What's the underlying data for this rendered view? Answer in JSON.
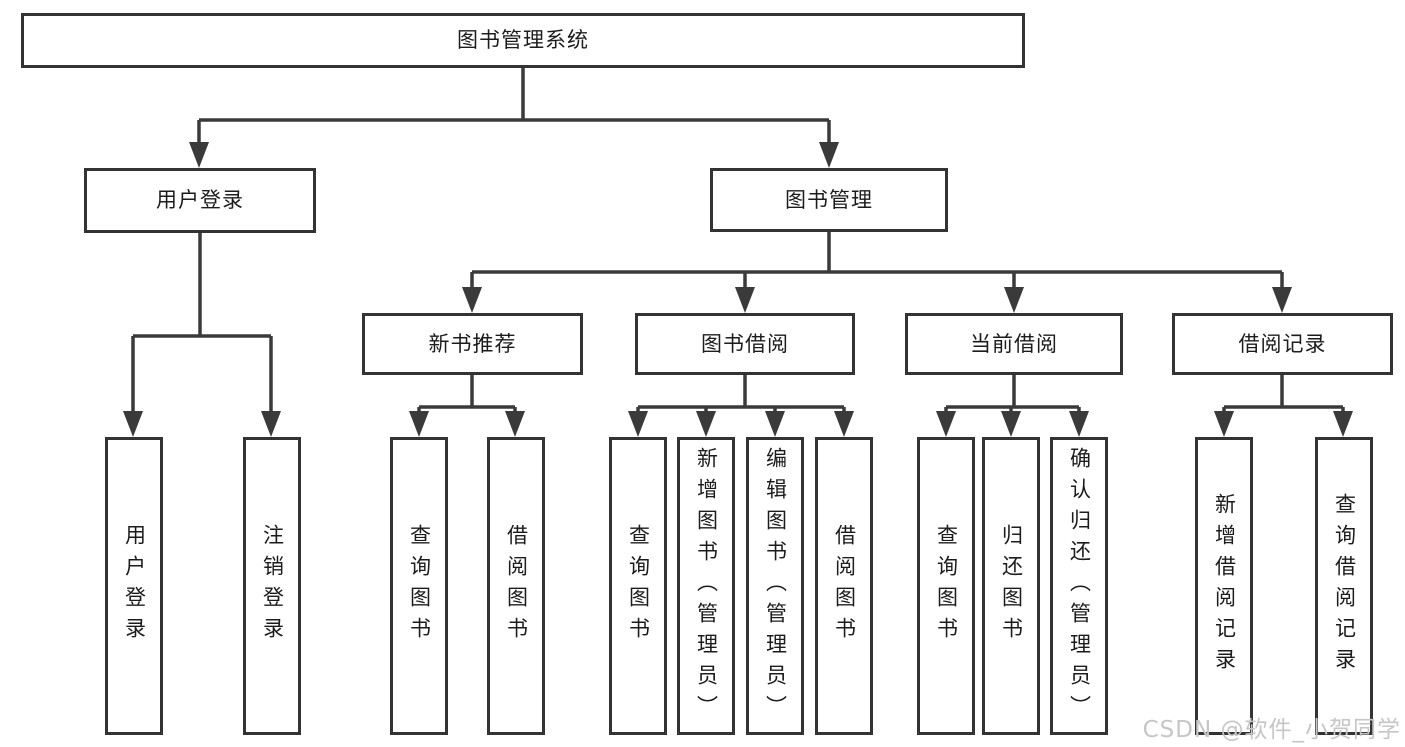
{
  "tree": {
    "label": "图书管理系统",
    "children": [
      {
        "label": "用户登录",
        "children": [
          {
            "label": "用户登录"
          },
          {
            "label": "注销登录"
          }
        ]
      },
      {
        "label": "图书管理",
        "children": [
          {
            "label": "新书推荐",
            "children": [
              {
                "label": "查询图书"
              },
              {
                "label": "借阅图书"
              }
            ]
          },
          {
            "label": "图书借阅",
            "children": [
              {
                "label": "查询图书"
              },
              {
                "label": "新增图书（管理员）"
              },
              {
                "label": "编辑图书（管理员）"
              },
              {
                "label": "借阅图书"
              }
            ]
          },
          {
            "label": "当前借阅",
            "children": [
              {
                "label": "查询图书"
              },
              {
                "label": "归还图书"
              },
              {
                "label": "确认归还（管理员）"
              }
            ]
          },
          {
            "label": "借阅记录",
            "children": [
              {
                "label": "新增借阅记录"
              },
              {
                "label": "查询借阅记录"
              }
            ]
          }
        ]
      }
    ]
  },
  "watermark": {
    "text": "CSDN @软件_小贺同学"
  },
  "colors": {
    "line": "#3a3a3a",
    "border": "#333333",
    "text": "#1c1c1c",
    "watermark": "#c6c6c6",
    "background": "#ffffff"
  }
}
